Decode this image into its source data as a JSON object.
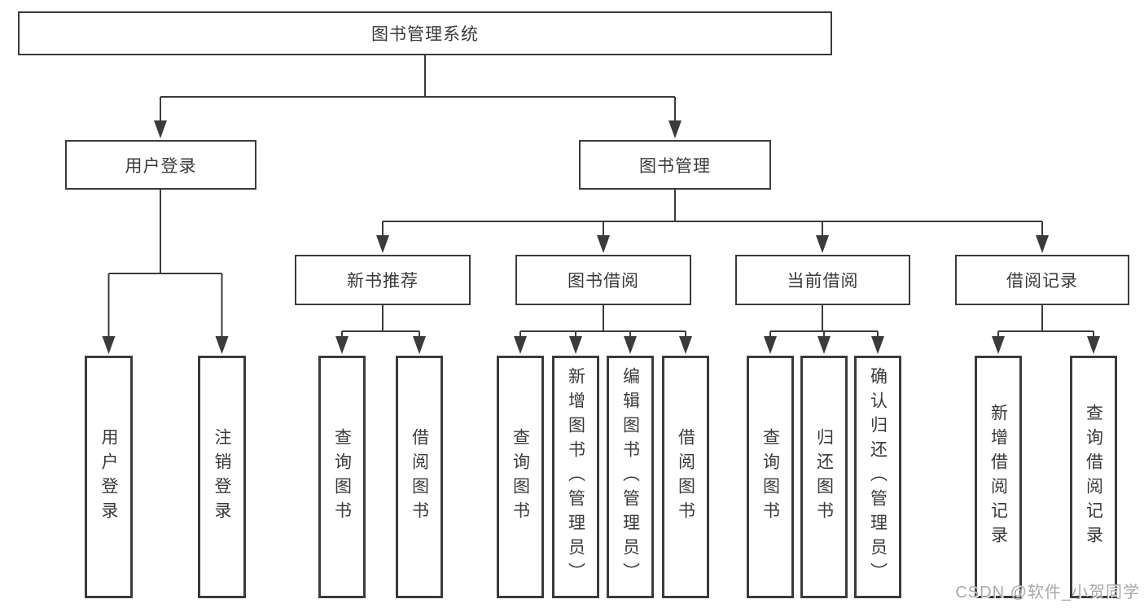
{
  "diagram": {
    "title": "图书管理系统",
    "tree": {
      "label": "图书管理系统",
      "children": [
        {
          "label": "用户登录",
          "children": [
            {
              "label": "用户登录"
            },
            {
              "label": "注销登录"
            }
          ]
        },
        {
          "label": "图书管理",
          "children": [
            {
              "label": "新书推荐",
              "children": [
                {
                  "label": "查询图书"
                },
                {
                  "label": "借阅图书"
                }
              ]
            },
            {
              "label": "图书借阅",
              "children": [
                {
                  "label": "查询图书"
                },
                {
                  "label": "新增图书（管理员）"
                },
                {
                  "label": "编辑图书（管理员）"
                },
                {
                  "label": "借阅图书"
                }
              ]
            },
            {
              "label": "当前借阅",
              "children": [
                {
                  "label": "查询图书"
                },
                {
                  "label": "归还图书"
                },
                {
                  "label": "确认归还（管理员）"
                }
              ]
            },
            {
              "label": "借阅记录",
              "children": [
                {
                  "label": "新增借阅记录"
                },
                {
                  "label": "查询借阅记录"
                }
              ]
            }
          ]
        }
      ]
    },
    "colors": {
      "line": "#3b3b3b",
      "box_border": "#3b3b3b",
      "text": "#3a3a3a",
      "background": "#ffffff",
      "watermark": "#a9a9a9"
    },
    "watermark": "CSDN @软件_小贺同学"
  }
}
